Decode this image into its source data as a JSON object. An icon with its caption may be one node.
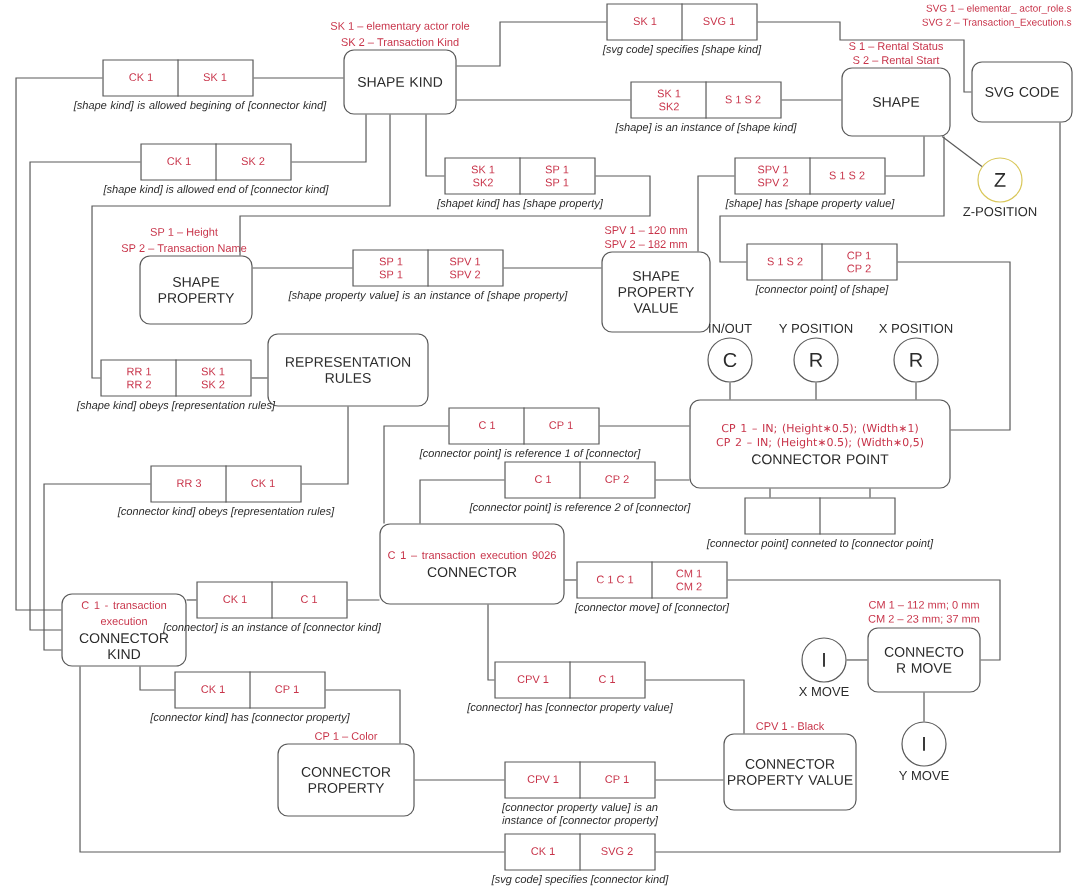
{
  "diagram": {
    "nodes": [
      {
        "text": [
          "SHAPE KIND"
        ],
        "beside": [
          "SK 1 – elementary actor role",
          "SK 2 – Transaction Kind"
        ]
      },
      {
        "text": [
          "SVG CODE"
        ],
        "beside": [
          "SVG 1 – elementar_ actor_role.s",
          "SVG 2 – Transaction_Execution.s"
        ]
      },
      {
        "text": [
          "SHAPE"
        ],
        "beside": [
          "S 1 – Rental Status",
          "S 2 – Rental Start"
        ]
      },
      {
        "text": [
          "Z"
        ],
        "beside": [
          "Z-POSITION"
        ]
      },
      {
        "text": [
          "SHAPE PROPERTY"
        ],
        "beside": [
          "SP 1 – Height",
          "SP 2 – Transaction Name"
        ]
      },
      {
        "text": [
          "SHAPE PROPERTY VALUE"
        ],
        "beside": [
          "SPV 1 – 120 mm",
          "SPV 2 – 182 mm"
        ]
      },
      {
        "text": [
          "REPRESENTATION RULES"
        ]
      },
      {
        "text": [
          "C"
        ],
        "beside": [
          "IN/OUT"
        ]
      },
      {
        "text": [
          "R"
        ],
        "beside": [
          "Y POSITION"
        ]
      },
      {
        "text": [
          "R"
        ],
        "beside": [
          "X POSITION"
        ]
      },
      {
        "text": [
          "CP 1 – IN; (Height∗0.5); (Width∗1)",
          "CP 2 – IN; (Height∗0.5); (Width∗0,5)",
          "CONNECTOR POINT"
        ]
      },
      {
        "text": [
          "C 1 – transaction execution 9026",
          "CONNECTOR"
        ]
      },
      {
        "text": [
          "C 1 - transaction execution",
          "CONNECTOR KIND"
        ]
      },
      {
        "text": [
          "CONNECTO R MOVE"
        ],
        "beside": [
          "CM 1 – 112 mm; 0 mm",
          "CM 2 – 23 mm; 37 mm"
        ]
      },
      {
        "text": [
          "I"
        ],
        "beside": [
          "X MOVE"
        ]
      },
      {
        "text": [
          "I"
        ],
        "beside": [
          "Y MOVE"
        ]
      },
      {
        "text": [
          "CONNECTOR PROPERTY"
        ],
        "beside": [
          "CP 1 – Color"
        ]
      },
      {
        "text": [
          "CONNECTOR PROPERTY VALUE"
        ],
        "beside": [
          "CPV 1 - Black"
        ]
      },
      {
        "text": [
          "CK 1",
          "SK 1"
        ],
        "beside": [
          "[shape kind] is allowed begining of [connector kind]"
        ]
      },
      {
        "text": [
          "SK 1",
          "SVG 1"
        ],
        "beside": [
          "[svg code] specifies [shape kind]"
        ]
      },
      {
        "text": [
          "CK 1",
          "SK 2"
        ],
        "beside": [
          "[shape kind] is allowed end of [connector kind]"
        ]
      },
      {
        "text": [
          "SK 1 SK2",
          "S 1 S 2"
        ],
        "beside": [
          "[shape] is an instance of [shape kind]"
        ]
      },
      {
        "text": [
          "SK 1 SK2",
          "SP 1 SP 1"
        ],
        "beside": [
          "[shapet kind] has [shape property]"
        ]
      },
      {
        "text": [
          "SPV 1 SPV 2",
          "S 1 S 2"
        ],
        "beside": [
          "[shape] has [shape property value]"
        ]
      },
      {
        "text": [
          "SP 1 SP 1",
          "SPV 1 SPV 2"
        ],
        "beside": [
          "[shape property value] is an instance of [shape property]"
        ]
      },
      {
        "text": [
          "S 1 S 2",
          "CP 1 CP 2"
        ],
        "beside": [
          "[connector point] of [shape]"
        ]
      },
      {
        "text": [
          "RR 1 RR 2",
          "SK 1 SK 2"
        ],
        "beside": [
          "[shape kind] obeys [representation rules]"
        ]
      },
      {
        "text": [
          "RR 3",
          "CK 1"
        ],
        "beside": [
          "[connector kind] obeys [representation rules]"
        ]
      },
      {
        "text": [
          "C 1",
          "CP 1"
        ],
        "beside": [
          "[connector point] is reference 1 of [connector]"
        ]
      },
      {
        "text": [
          "C 1",
          "CP 2"
        ],
        "beside": [
          "[connector point] is reference 2 of [connector]"
        ]
      },
      {
        "text": [],
        "shape": "box",
        "beside": [
          "[connector point] conneted to [connector point]"
        ]
      },
      {
        "text": [
          "CK 1",
          "C 1"
        ],
        "beside": [
          "[connector] is an instance of [connector kind]"
        ]
      },
      {
        "text": [
          "C 1 C 1",
          "CM 1 CM 2"
        ],
        "beside": [
          "[connector move] of [connector]"
        ]
      },
      {
        "text": [
          "CPV 1",
          "C 1"
        ],
        "beside": [
          "[connector] has [connector property value]"
        ]
      },
      {
        "text": [
          "CK 1",
          "CP 1"
        ],
        "beside": [
          "[connector kind] has [connector property]"
        ]
      },
      {
        "text": [
          "CPV 1",
          "CP 1"
        ],
        "beside": [
          "[connector property value] is an instance of [connector property]"
        ]
      },
      {
        "text": [
          "CK 1",
          "SVG 2"
        ],
        "beside": [
          "[svg code] specifies [connector kind]"
        ]
      }
    ],
    "edges": [
      {
        "from": 18,
        "to": 0,
        "arrow": "none"
      },
      {
        "from": 18,
        "to": 12,
        "arrow": "none"
      },
      {
        "from": 19,
        "to": 0,
        "arrow": "none"
      },
      {
        "from": 19,
        "to": 1,
        "arrow": "none"
      },
      {
        "from": 20,
        "to": 0,
        "arrow": "none"
      },
      {
        "from": 20,
        "to": 12,
        "arrow": "none"
      },
      {
        "from": 21,
        "to": 0,
        "arrow": "none"
      },
      {
        "from": 21,
        "to": 2,
        "arrow": "none"
      },
      {
        "from": 22,
        "to": 0,
        "arrow": "none"
      },
      {
        "from": 22,
        "to": 4,
        "arrow": "none"
      },
      {
        "from": 23,
        "to": 5,
        "arrow": "none"
      },
      {
        "from": 23,
        "to": 2,
        "arrow": "none"
      },
      {
        "from": 24,
        "to": 4,
        "arrow": "none"
      },
      {
        "from": 24,
        "to": 5,
        "arrow": "none"
      },
      {
        "from": 25,
        "to": 2,
        "arrow": "none"
      },
      {
        "from": 25,
        "to": 10,
        "arrow": "none"
      },
      {
        "from": 26,
        "to": 6,
        "arrow": "none"
      },
      {
        "from": 26,
        "to": 0,
        "arrow": "none"
      },
      {
        "from": 27,
        "to": 6,
        "arrow": "none"
      },
      {
        "from": 27,
        "to": 12,
        "arrow": "none"
      },
      {
        "from": 28,
        "to": 10,
        "arrow": "none"
      },
      {
        "from": 28,
        "to": 11,
        "arrow": "none"
      },
      {
        "from": 29,
        "to": 10,
        "arrow": "none"
      },
      {
        "from": 29,
        "to": 11,
        "arrow": "none"
      },
      {
        "from": 30,
        "to": 10,
        "arrow": "none"
      },
      {
        "from": 30,
        "to": 10,
        "arrow": "none"
      },
      {
        "from": 31,
        "to": 12,
        "arrow": "none"
      },
      {
        "from": 31,
        "to": 11,
        "arrow": "none"
      },
      {
        "from": 32,
        "to": 11,
        "arrow": "none"
      },
      {
        "from": 32,
        "to": 13,
        "arrow": "none"
      },
      {
        "from": 33,
        "to": 11,
        "arrow": "none"
      },
      {
        "from": 33,
        "to": 17,
        "arrow": "none"
      },
      {
        "from": 34,
        "to": 12,
        "arrow": "none"
      },
      {
        "from": 34,
        "to": 16,
        "arrow": "none"
      },
      {
        "from": 35,
        "to": 16,
        "arrow": "none"
      },
      {
        "from": 35,
        "to": 17,
        "arrow": "none"
      },
      {
        "from": 36,
        "to": 12,
        "arrow": "none"
      },
      {
        "from": 36,
        "to": 1,
        "arrow": "none"
      },
      {
        "from": 3,
        "to": 2,
        "arrow": "none"
      },
      {
        "from": 7,
        "to": 10,
        "arrow": "none"
      },
      {
        "from": 8,
        "to": 10,
        "arrow": "none"
      },
      {
        "from": 9,
        "to": 10,
        "arrow": "none"
      },
      {
        "from": 14,
        "to": 13,
        "arrow": "none"
      },
      {
        "from": 15,
        "to": 13,
        "arrow": "none"
      }
    ]
  }
}
